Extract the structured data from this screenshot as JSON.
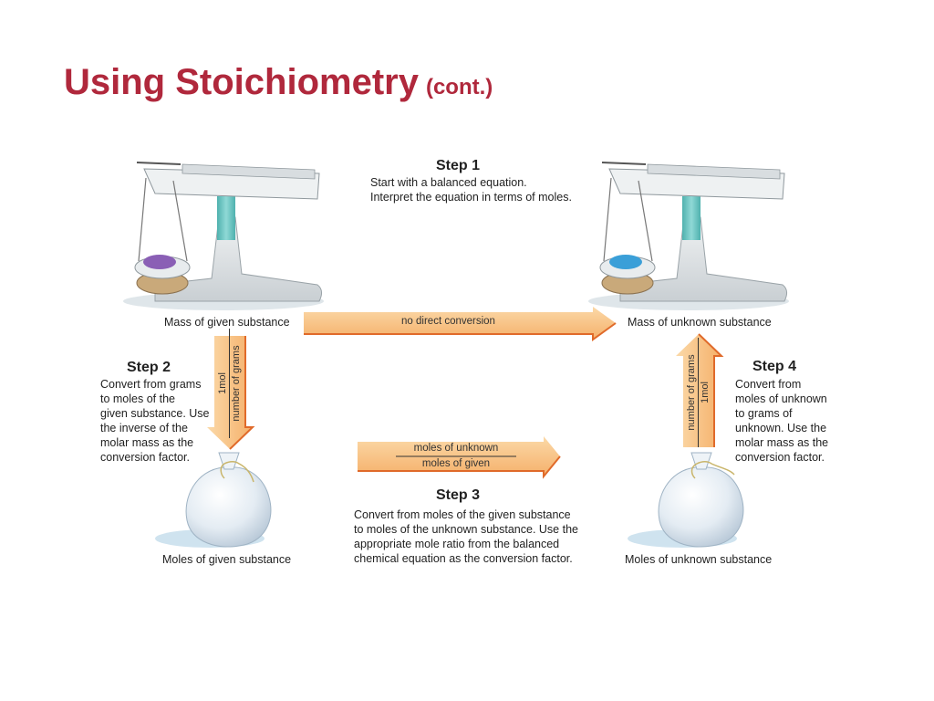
{
  "slide": {
    "title": "Using Stoichiometry",
    "title_suffix": "(cont.)"
  },
  "step1": {
    "heading": "Step 1",
    "lines": [
      "Start with a balanced equation.",
      "Interpret the equation in terms of moles."
    ]
  },
  "step2": {
    "heading": "Step 2",
    "lines": [
      "Convert from grams",
      "to moles of the",
      "given substance. Use",
      "the inverse of the",
      "molar mass as the",
      "conversion factor."
    ]
  },
  "step3": {
    "heading": "Step 3",
    "lines": [
      "Convert from moles of the given substance",
      "to moles of the unknown substance. Use the",
      "appropriate mole ratio from the balanced",
      "chemical equation as the conversion factor."
    ]
  },
  "step4": {
    "heading": "Step 4",
    "lines": [
      "Convert from",
      "moles of unknown",
      "to grams of",
      "unknown. Use the",
      "molar mass as the",
      "conversion factor."
    ]
  },
  "labels": {
    "mass_given": "Mass of given substance",
    "mass_unknown": "Mass of unknown substance",
    "moles_given": "Moles of given substance",
    "moles_unknown": "Moles of unknown substance"
  },
  "arrows": {
    "top": "no direct conversion",
    "middle_numerator": "moles of unknown",
    "middle_denominator": "moles of given",
    "left_numerator": "1mol",
    "left_denominator": "number of grams",
    "right_numerator": "number of grams",
    "right_denominator": "1mol"
  },
  "colors": {
    "title": "#b0283c",
    "arrow_fill": "#f7c48a",
    "arrow_edge": "#e06a2a",
    "column": "#6fc7c4",
    "left_sample": "#8a5fb5",
    "right_sample": "#3a9fd8"
  }
}
